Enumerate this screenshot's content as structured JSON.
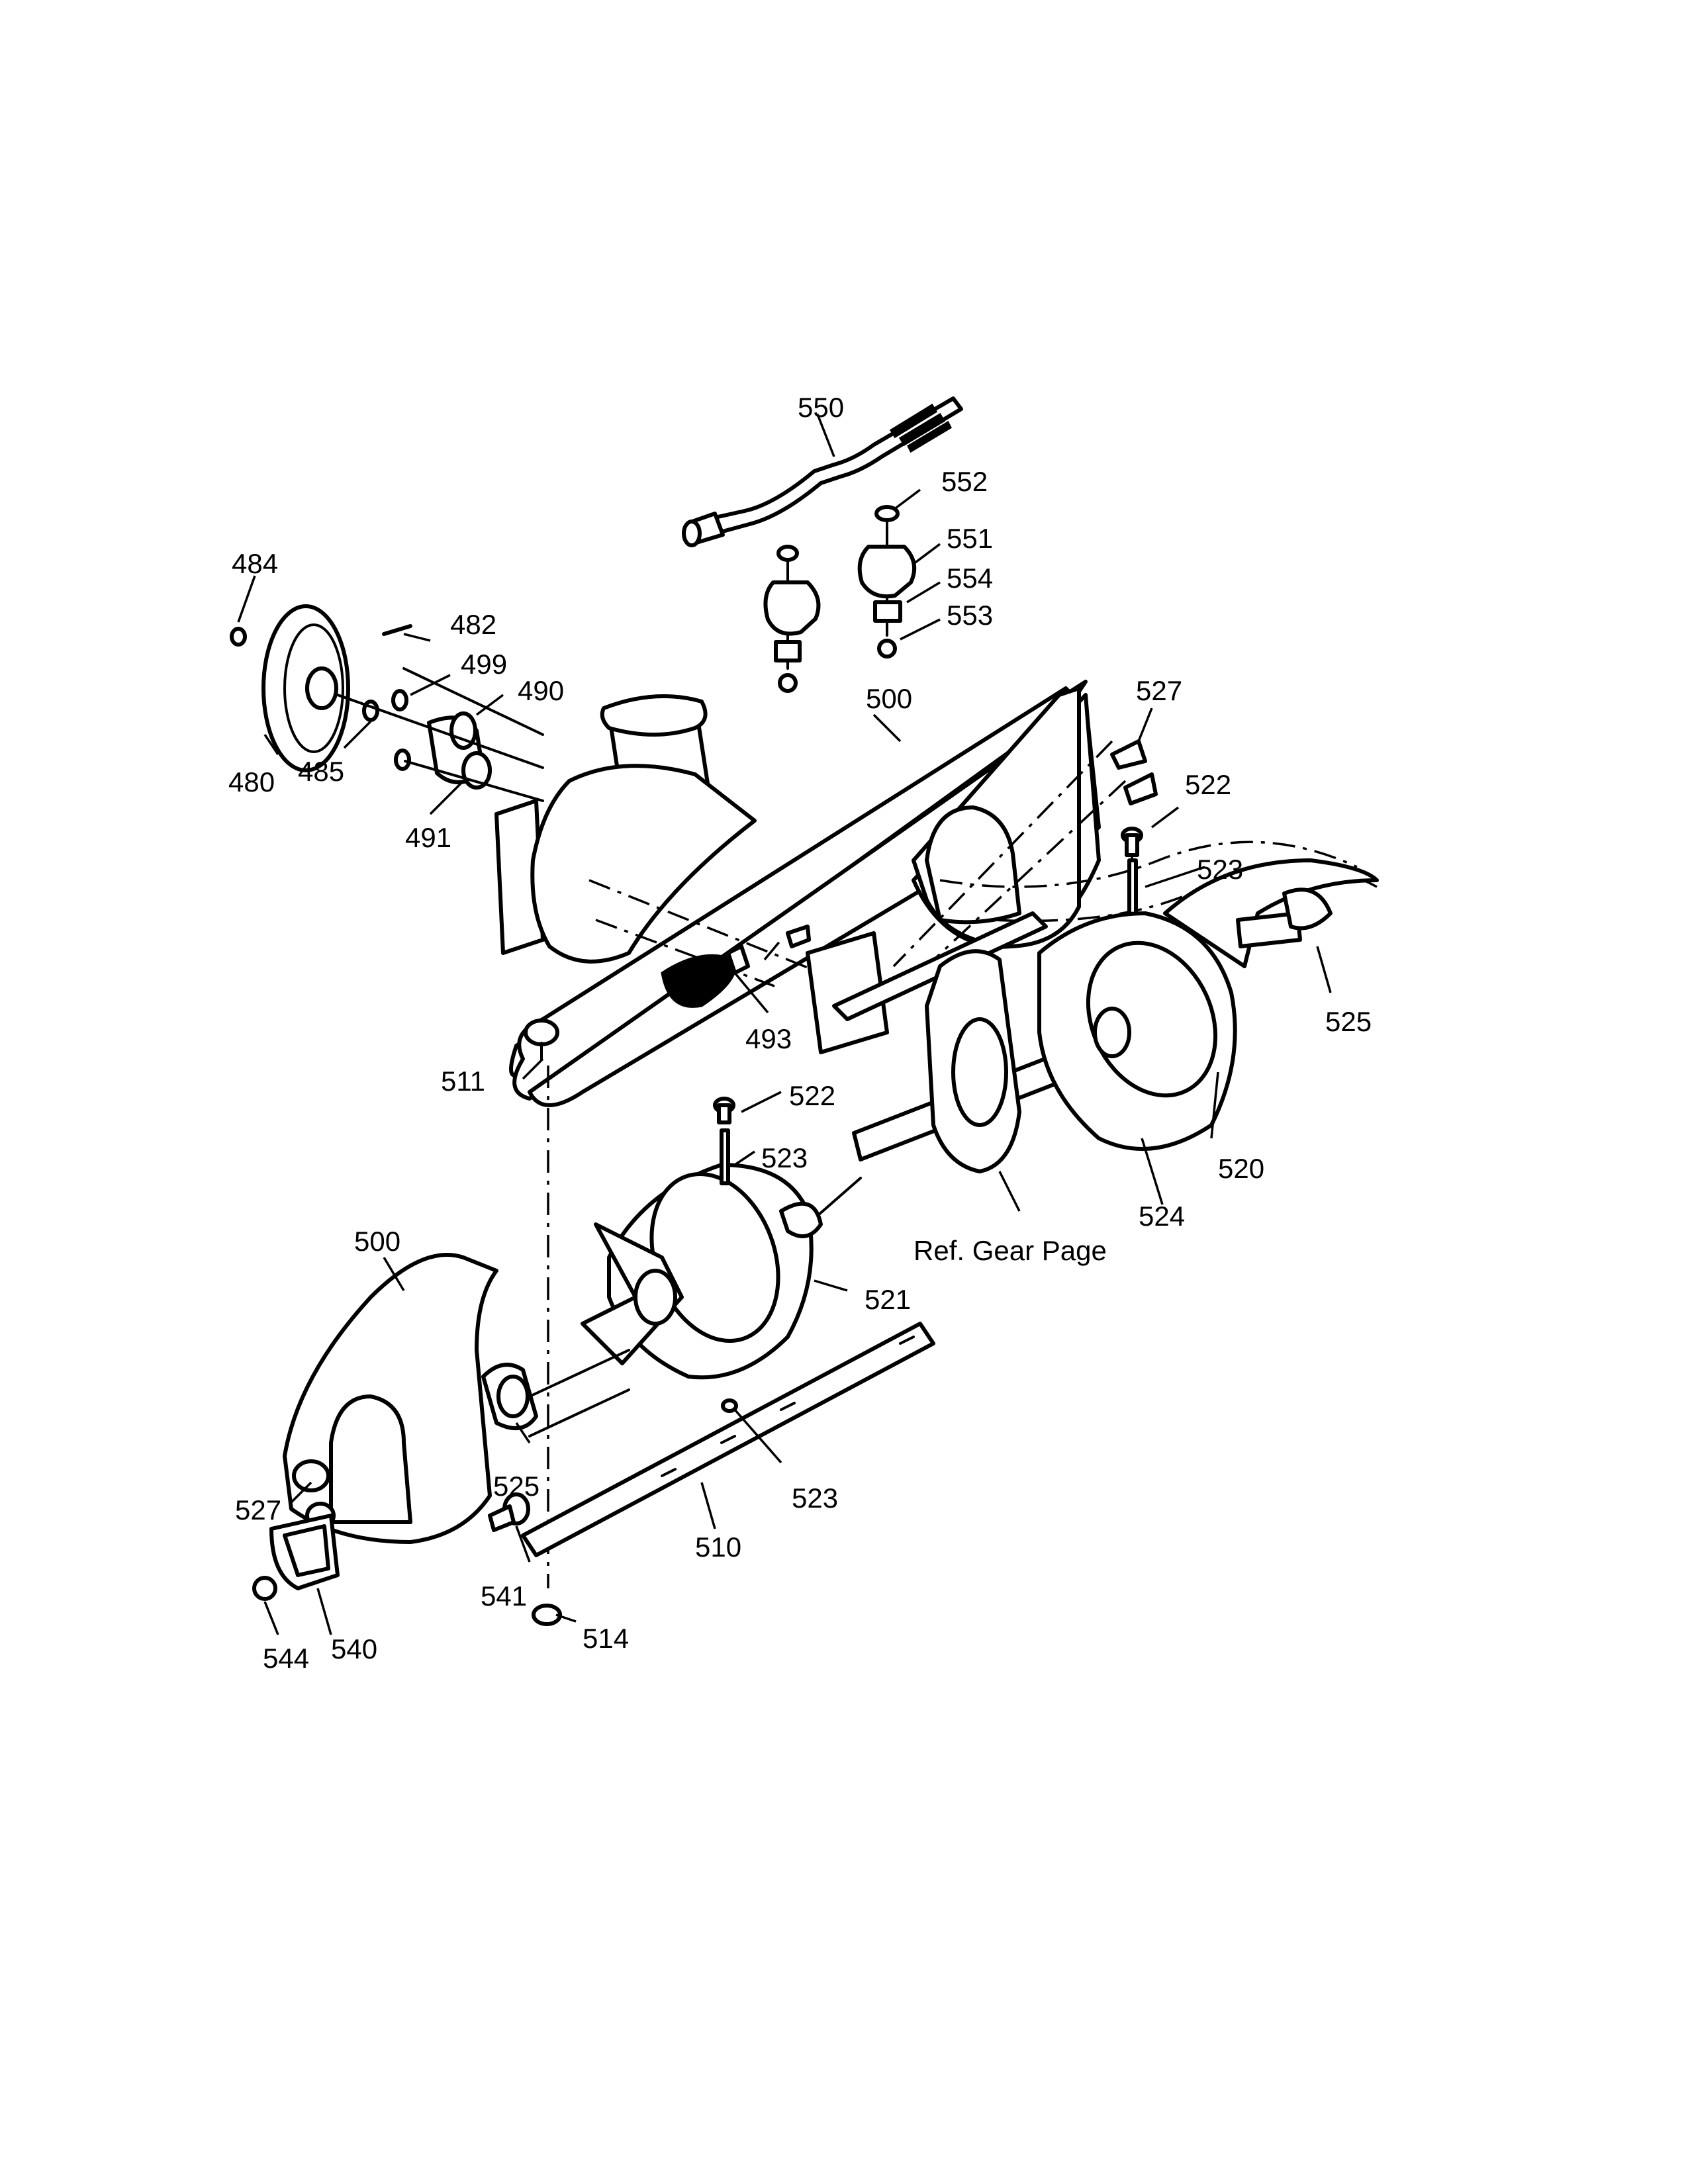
{
  "labels": {
    "l550": "550",
    "l552": "552",
    "l551": "551",
    "l554": "554",
    "l553": "553",
    "l484": "484",
    "l482": "482",
    "l499": "499",
    "l490": "490",
    "l480": "480",
    "l485": "485",
    "l491": "491",
    "l500a": "500",
    "l527a": "527",
    "l522a": "522",
    "l523a": "523",
    "l525a": "525",
    "l493": "493",
    "l511": "511",
    "l522b": "522",
    "l523b": "523",
    "l520": "520",
    "l524": "524",
    "l500b": "500",
    "l521": "521",
    "l525b": "525",
    "l523c": "523",
    "l527b": "527",
    "l541": "541",
    "l510": "510",
    "l514": "514",
    "l544": "544",
    "l540": "540",
    "refGear": "Ref. Gear Page"
  }
}
